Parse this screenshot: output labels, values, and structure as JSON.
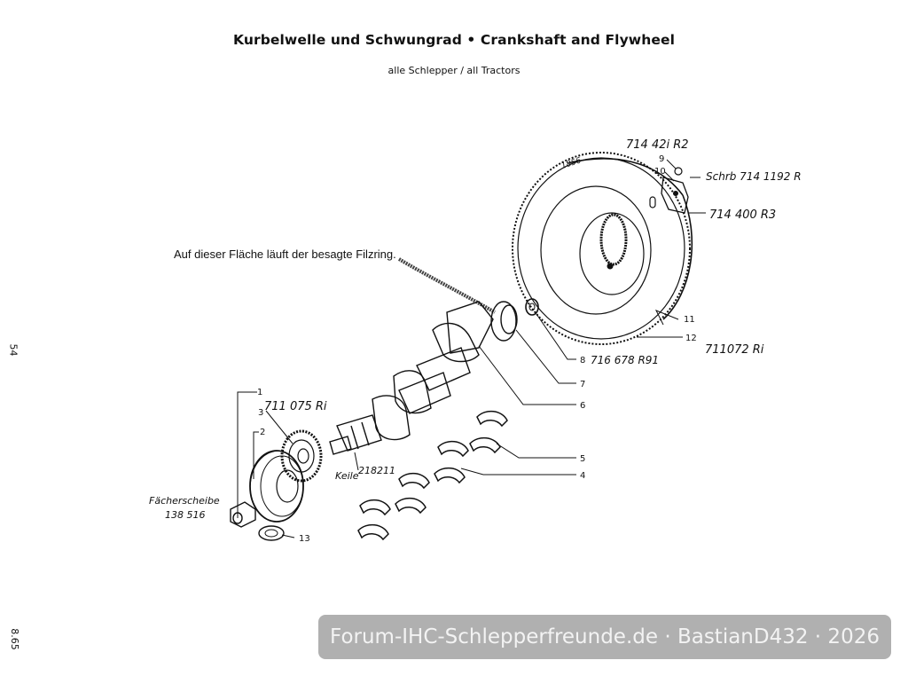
{
  "header": {
    "title": "Kurbelwelle und Schwungrad • Crankshaft and Flywheel",
    "subtitle": "alle Schlepper / all Tractors"
  },
  "annotation": {
    "text": "Auf dieser Fläche läuft der besagte Filzring."
  },
  "page_margin": {
    "page_number": "54",
    "edition": "8.65"
  },
  "callouts": {
    "c1": "1",
    "c2": "2",
    "c3": "3",
    "c4": "4",
    "c5": "5",
    "c6": "6",
    "c7": "7",
    "c8": "8",
    "c9": "9",
    "c10": "10",
    "c11": "11",
    "c12": "12",
    "c13": "13"
  },
  "handwritten": {
    "part_714421": "714 42i R2",
    "part_schrb": "Schrb 714 1192 R",
    "part_714400": "714 400 R3",
    "part_711072": "711072 Ri",
    "part_716678": "716 678 R91",
    "part_711075": "711 075 Ri",
    "part_keile": "Keile",
    "part_218211": "218211",
    "facherscheibe": "Fächerscheibe",
    "facherscheibe_no": "138 516",
    "ring_mark": "1856"
  },
  "watermark": {
    "text": "Forum-IHC-Schlepperfreunde.de · BastianD432 · 2026"
  }
}
